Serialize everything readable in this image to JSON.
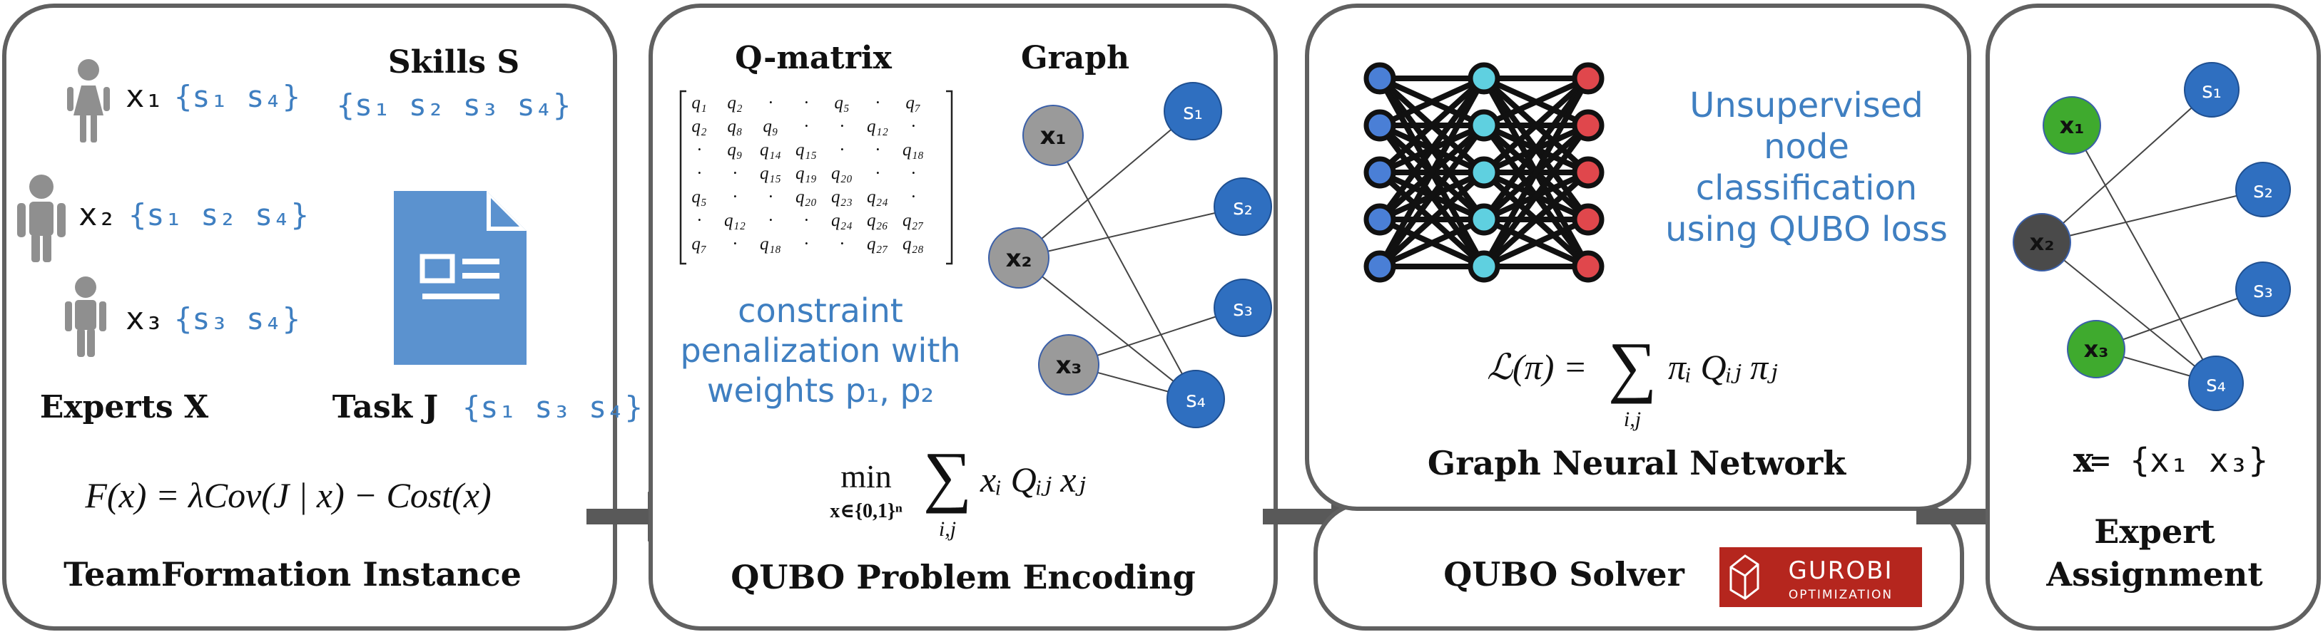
{
  "colors": {
    "accent_blue": "#3f7fc1",
    "node_blue": "#2f6fc0",
    "node_gray": "#9a9a9a",
    "node_green": "#3faa2e",
    "node_dark": "#4a4a4a",
    "arrow": "#595959",
    "gurobi_red": "#b5261e",
    "panel_border": "#606060"
  },
  "panel1": {
    "skills_title": "Skills S",
    "skills_set": "{s₁ s₂ s₃ s₄}",
    "experts": [
      {
        "name": "x₁",
        "skills": "{s₁ s₄}",
        "icon": "female-person-icon"
      },
      {
        "name": "x₂",
        "skills": "{s₁ s₂ s₄}",
        "icon": "male-person-icon"
      },
      {
        "name": "x₃",
        "skills": "{s₃ s₄}",
        "icon": "male-person-icon"
      }
    ],
    "experts_title": "Experts X",
    "task_title": "Task J",
    "task_skills": "{s₁ s₃ s₄}",
    "document_icon": "document-icon",
    "objective": "F(x) = λCov(J | x) − Cost(x)",
    "caption": "TeamFormation Instance"
  },
  "panel2": {
    "qmatrix_title": "Q-matrix",
    "graph_title": "Graph",
    "qmatrix_rows": [
      [
        "q₁",
        "q₂",
        "·",
        "·",
        "q₅",
        "·",
        "q₇"
      ],
      [
        "q₂",
        "q₈",
        "q₉",
        "·",
        "·",
        "q₁₂",
        "·"
      ],
      [
        "·",
        "q₉",
        "q₁₄",
        "q₁₅",
        "·",
        "·",
        "q₁₈"
      ],
      [
        "·",
        "·",
        "q₁₅",
        "q₁₉",
        "q₂₀",
        "·",
        "·"
      ],
      [
        "q₅",
        "·",
        "·",
        "q₂₀",
        "q₂₃",
        "q₂₄",
        "·"
      ],
      [
        "·",
        "q₁₂",
        "·",
        "·",
        "q₂₄",
        "q₂₆",
        "q₂₇"
      ],
      [
        "q₇",
        "·",
        "q₁₈",
        "·",
        "·",
        "q₂₇",
        "q₂₈"
      ]
    ],
    "expert_nodes": [
      "x₁",
      "x₂",
      "x₃"
    ],
    "skill_nodes": [
      "s₁",
      "s₂",
      "s₃",
      "s₄"
    ],
    "edges": [
      [
        "x₁",
        "s₄"
      ],
      [
        "x₂",
        "s₁"
      ],
      [
        "x₂",
        "s₂"
      ],
      [
        "x₂",
        "s₄"
      ],
      [
        "x₃",
        "s₃"
      ],
      [
        "x₃",
        "s₄"
      ]
    ],
    "penalty_lines": [
      "constraint",
      "penalization with",
      "weights p₁, p₂"
    ],
    "min_label": "min",
    "min_domain": "x∈{0,1}ⁿ",
    "sum_index": "i,j",
    "sum_body": "xᵢ Qᵢⱼ xⱼ",
    "caption": "QUBO Problem Encoding"
  },
  "panel3": {
    "nn_icon": "neural-network-icon",
    "description_lines": [
      "Unsupervised",
      "node",
      "classification",
      "using QUBO loss"
    ],
    "loss_lhs": "ℒ(π) =",
    "sum_index": "i,j",
    "loss_body": "πᵢ Qᵢⱼ πⱼ",
    "caption": "Graph Neural Network",
    "solver_caption": "QUBO Solver",
    "gurobi_name": "GUROBI",
    "gurobi_sub": "OPTIMIZATION"
  },
  "panel4": {
    "expert_nodes": [
      {
        "label": "x₁",
        "selected": true
      },
      {
        "label": "x₂",
        "selected": false
      },
      {
        "label": "x₃",
        "selected": true
      }
    ],
    "skill_nodes": [
      "s₁",
      "s₂",
      "s₃",
      "s₄"
    ],
    "result_var": "x",
    "result_set": " = {x₁  x₃}",
    "caption_lines": [
      "Expert",
      "Assignment"
    ]
  }
}
